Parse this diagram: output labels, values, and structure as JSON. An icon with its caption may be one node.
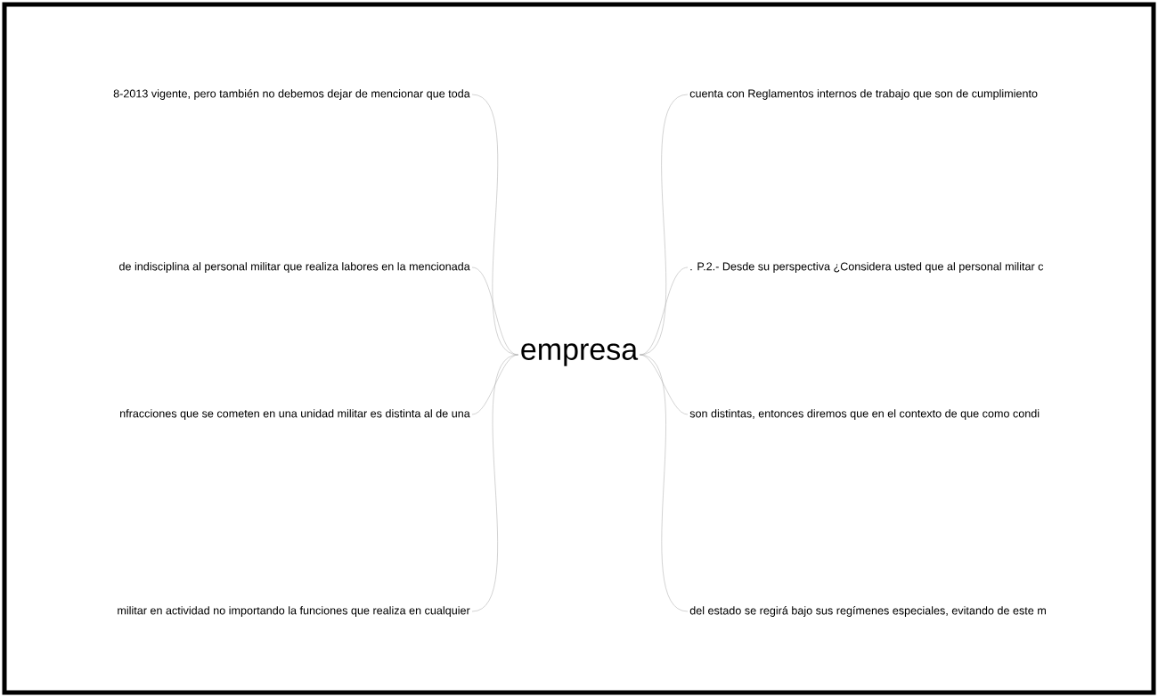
{
  "diagram": {
    "nodes": [
      {
        "text": [
          "empresa"
        ]
      },
      {
        "text": [
          "8-2013 vigente, pero también no debemos dejar de mencionar que toda"
        ]
      },
      {
        "text": [
          "de indisciplina al personal militar que realiza labores en la mencionada"
        ]
      },
      {
        "text": [
          "nfracciones que se cometen en una unidad militar es distinta al de una"
        ]
      },
      {
        "text": [
          "militar en actividad no importando la funciones que realiza en cualquier"
        ]
      },
      {
        "text": [
          "cuenta con Reglamentos internos de trabajo que son de cumplimiento"
        ]
      },
      {
        "text": [
          ". P.2.- Desde su perspectiva ¿Considera usted que al personal militar c"
        ]
      },
      {
        "text": [
          "son distintas, entonces diremos que en el contexto de que como condi"
        ]
      },
      {
        "text": [
          "del estado se regirá bajo sus regímenes especiales, evitando de este m"
        ]
      }
    ],
    "edges": [
      {
        "from": 0,
        "to": 1,
        "arrow": "none"
      },
      {
        "from": 0,
        "to": 2,
        "arrow": "none"
      },
      {
        "from": 0,
        "to": 3,
        "arrow": "none"
      },
      {
        "from": 0,
        "to": 4,
        "arrow": "none"
      },
      {
        "from": 0,
        "to": 5,
        "arrow": "none"
      },
      {
        "from": 0,
        "to": 6,
        "arrow": "none"
      },
      {
        "from": 0,
        "to": 7,
        "arrow": "none"
      },
      {
        "from": 0,
        "to": 8,
        "arrow": "none"
      }
    ]
  }
}
